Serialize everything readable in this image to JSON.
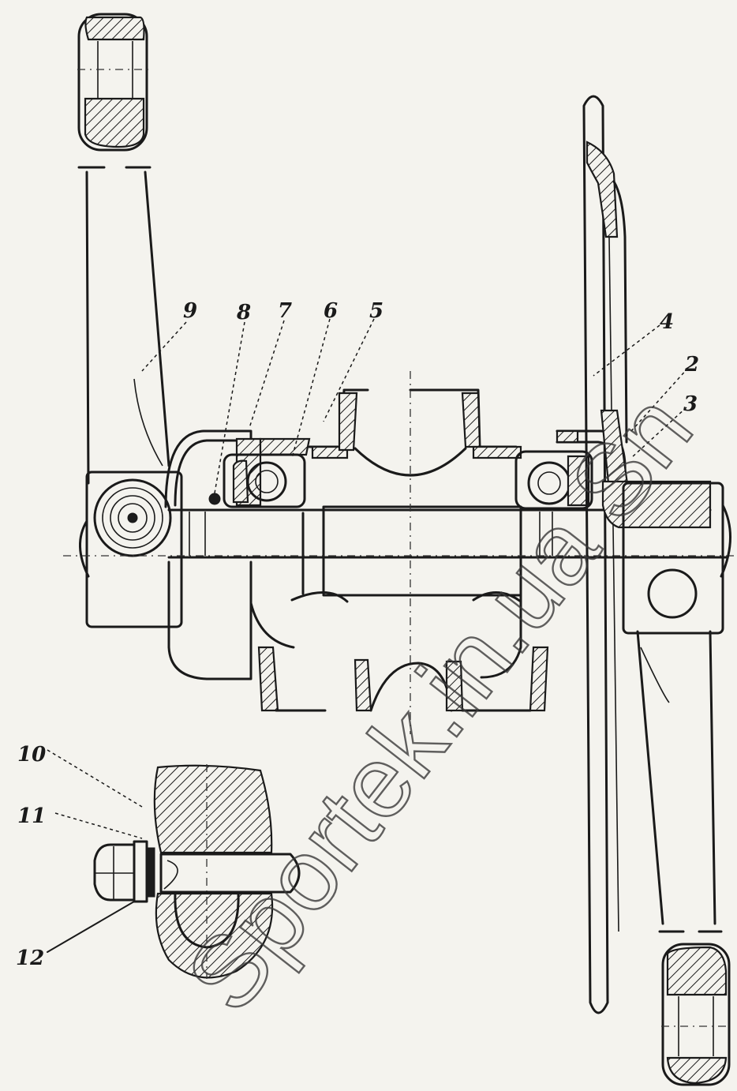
{
  "callouts": [
    {
      "id": "9",
      "label": "9"
    },
    {
      "id": "8",
      "label": "8"
    },
    {
      "id": "7",
      "label": "7"
    },
    {
      "id": "6",
      "label": "6"
    },
    {
      "id": "5",
      "label": "5"
    },
    {
      "id": "4",
      "label": "4"
    },
    {
      "id": "2",
      "label": "2"
    },
    {
      "id": "3",
      "label": "3"
    },
    {
      "id": "10",
      "label": "10"
    },
    {
      "id": "11",
      "label": "11"
    },
    {
      "id": "12",
      "label": "12"
    }
  ],
  "watermark": "Sportek.in.ua Sn",
  "colors": {
    "ink": "#1a1a1a",
    "paper": "#f4f3ee"
  }
}
